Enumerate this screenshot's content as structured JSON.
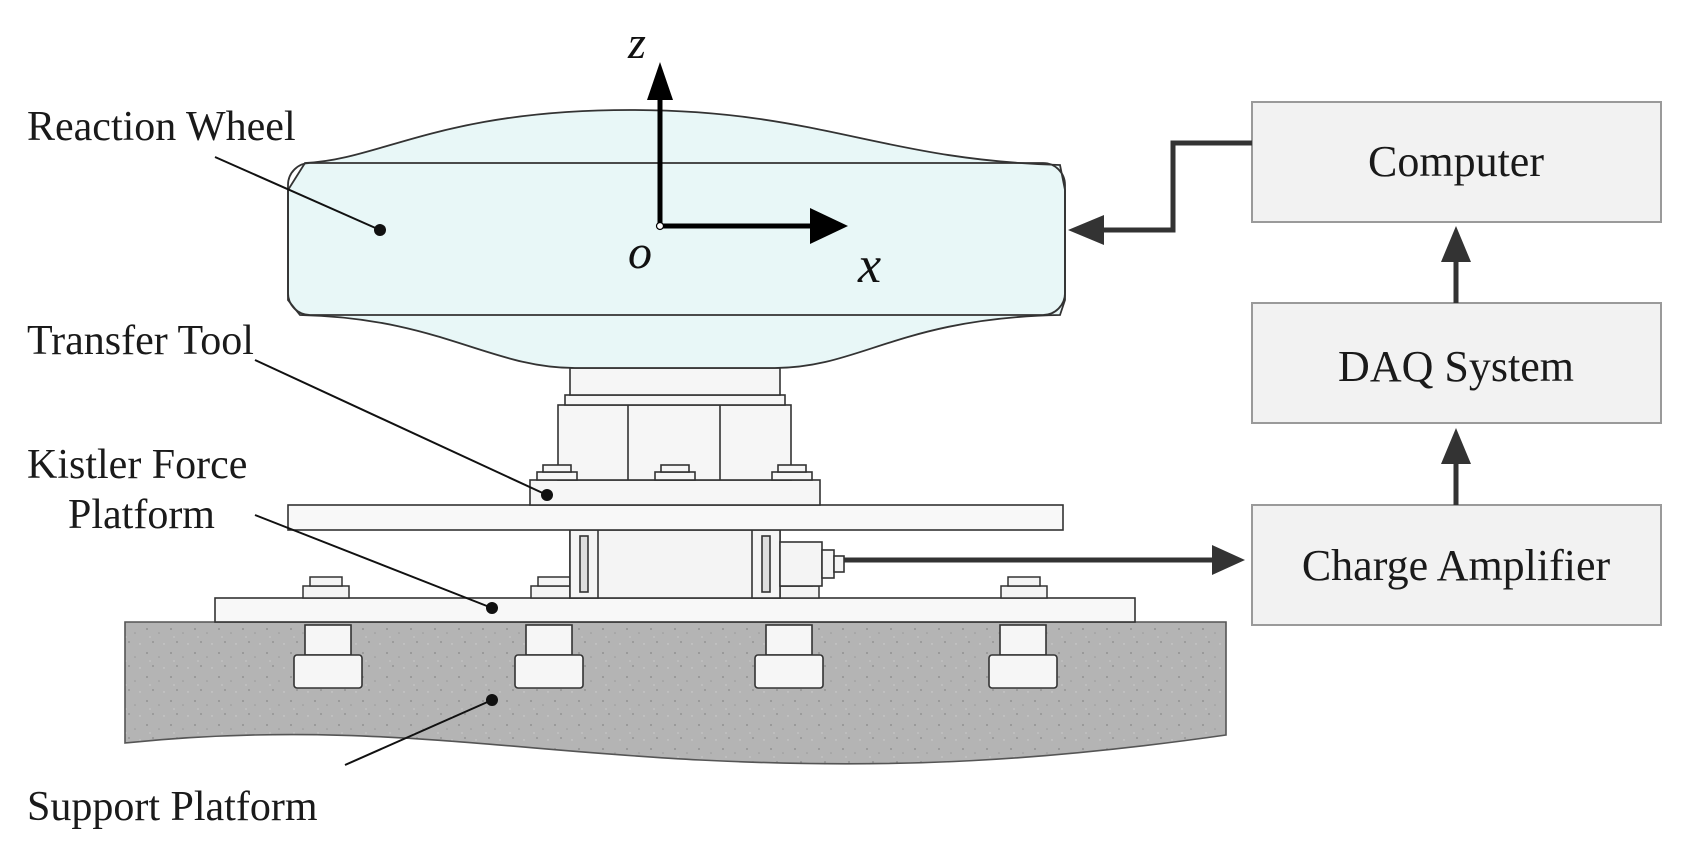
{
  "labels": {
    "reaction_wheel": "Reaction Wheel",
    "transfer_tool": "Transfer Tool",
    "kistler_line1": "Kistler Force",
    "kistler_line2": "Platform",
    "support_platform": "Support Platform"
  },
  "axes": {
    "z": "z",
    "x": "x",
    "origin": "o"
  },
  "blocks": {
    "computer": "Computer",
    "daq": "DAQ System",
    "charge_amplifier": "Charge Amplifier"
  },
  "colors": {
    "wheel_fill": "#e8f7f7",
    "support_fill": "#b4b4b4",
    "block_fill": "#f2f2f2",
    "block_border": "#9a9a9a",
    "arrow": "#333333"
  }
}
